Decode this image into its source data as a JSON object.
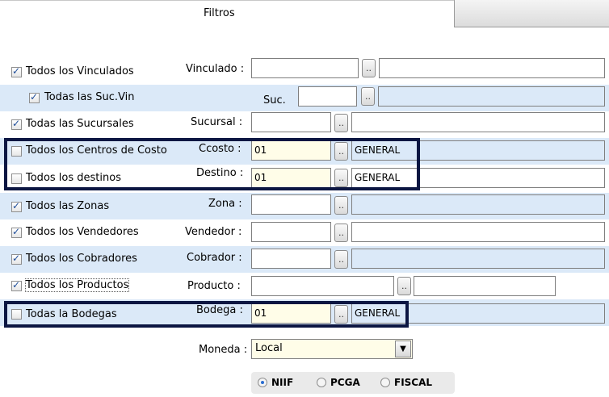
{
  "header": {
    "title": "Filtros"
  },
  "rows": [
    {
      "checkbox_label": "Todos los Vinculados",
      "checked": true,
      "field_label": "Vinculado :",
      "code": "",
      "desc": ""
    },
    {
      "checkbox_label": "Todas las Suc.Vin",
      "checked": true,
      "field_label": "Suc.",
      "code": "",
      "desc": ""
    },
    {
      "checkbox_label": "Todas las Sucursales",
      "checked": true,
      "field_label": "Sucursal :",
      "code": "",
      "desc": ""
    },
    {
      "checkbox_label": "Todos los Centros de Costo",
      "checked": false,
      "field_label": "Ccosto :",
      "code": "01",
      "desc": "GENERAL"
    },
    {
      "checkbox_label": "Todos los destinos",
      "checked": false,
      "field_label": "Destino :",
      "code": "01",
      "desc": "GENERAL"
    },
    {
      "checkbox_label": "Todos las Zonas",
      "checked": true,
      "field_label": "Zona :",
      "code": "",
      "desc": ""
    },
    {
      "checkbox_label": "Todos los Vendedores",
      "checked": true,
      "field_label": "Vendedor :",
      "code": "",
      "desc": ""
    },
    {
      "checkbox_label": "Todos los Cobradores",
      "checked": true,
      "field_label": "Cobrador :",
      "code": "",
      "desc": ""
    },
    {
      "checkbox_label": "Todos los Productos",
      "checked": true,
      "field_label": "Producto :",
      "code": "",
      "desc": ""
    },
    {
      "checkbox_label": "Todas la Bodegas",
      "checked": false,
      "field_label": "Bodega :",
      "code": "01",
      "desc": "GENERAL"
    }
  ],
  "browse_button_label": "..",
  "moneda": {
    "label": "Moneda :",
    "value": "Local",
    "arrow": "▼"
  },
  "radios": [
    {
      "label": "NIIF",
      "selected": true
    },
    {
      "label": "PCGA",
      "selected": false
    },
    {
      "label": "FISCAL",
      "selected": false
    }
  ],
  "colors": {
    "row_alt": "#dbe9f8",
    "highlight_border": "#0c1642",
    "input_yellow": "#fffde8"
  }
}
